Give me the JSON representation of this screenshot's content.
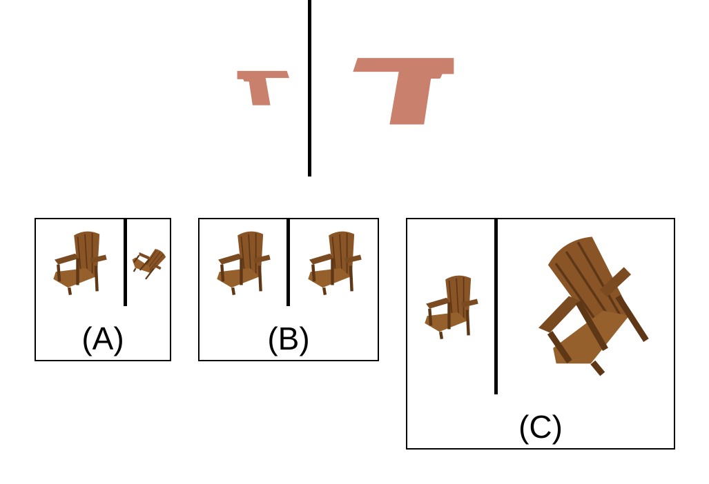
{
  "example": {
    "left_object": "pistol-icon",
    "right_object": "pistol-icon",
    "color": "#c9806c"
  },
  "options": [
    {
      "label": "(A)",
      "left_object": "chair-icon",
      "right_object": "chair-icon"
    },
    {
      "label": "(B)",
      "left_object": "chair-icon",
      "right_object": "chair-icon"
    },
    {
      "label": "(C)",
      "left_object": "chair-icon",
      "right_object": "chair-icon"
    }
  ],
  "colors": {
    "wood": "#8a5526",
    "wood_dark": "#5e3716",
    "divider": "#000000"
  }
}
